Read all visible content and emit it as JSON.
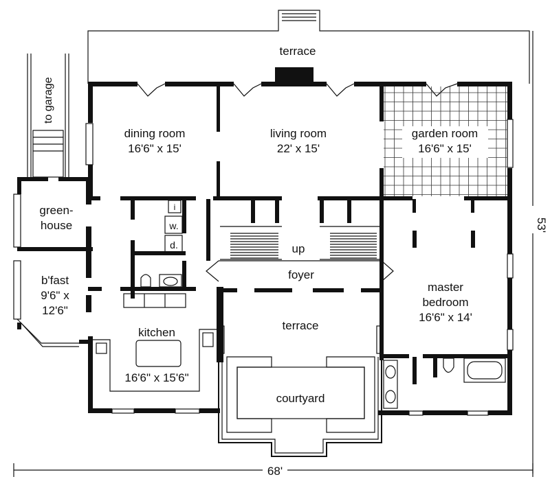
{
  "rooms": {
    "terrace_top": "terrace",
    "dining_name": "dining room",
    "dining_size": "16'6\" x 15'",
    "living_name": "living room",
    "living_size": "22' x 15'",
    "garden_name": "garden room",
    "garden_size": "16'6\" x 15'",
    "greenhouse_1": "green-",
    "greenhouse_2": "house",
    "bfast_1": "b'fast",
    "bfast_2": "9'6\" x",
    "bfast_3": "12'6\"",
    "kitchen_name": "kitchen",
    "kitchen_size": "16'6\" x 15'6\"",
    "stairs_up": "up",
    "foyer": "foyer",
    "terrace_mid": "terrace",
    "courtyard": "courtyard",
    "master_1": "master",
    "master_2": "bedroom",
    "master_size": "16'6\" x 14'",
    "to_garage": "to garage",
    "laundry_w": "w.",
    "laundry_d": "d.",
    "laundry_i": "i"
  },
  "dimensions": {
    "width": "68'",
    "depth": "53'"
  }
}
